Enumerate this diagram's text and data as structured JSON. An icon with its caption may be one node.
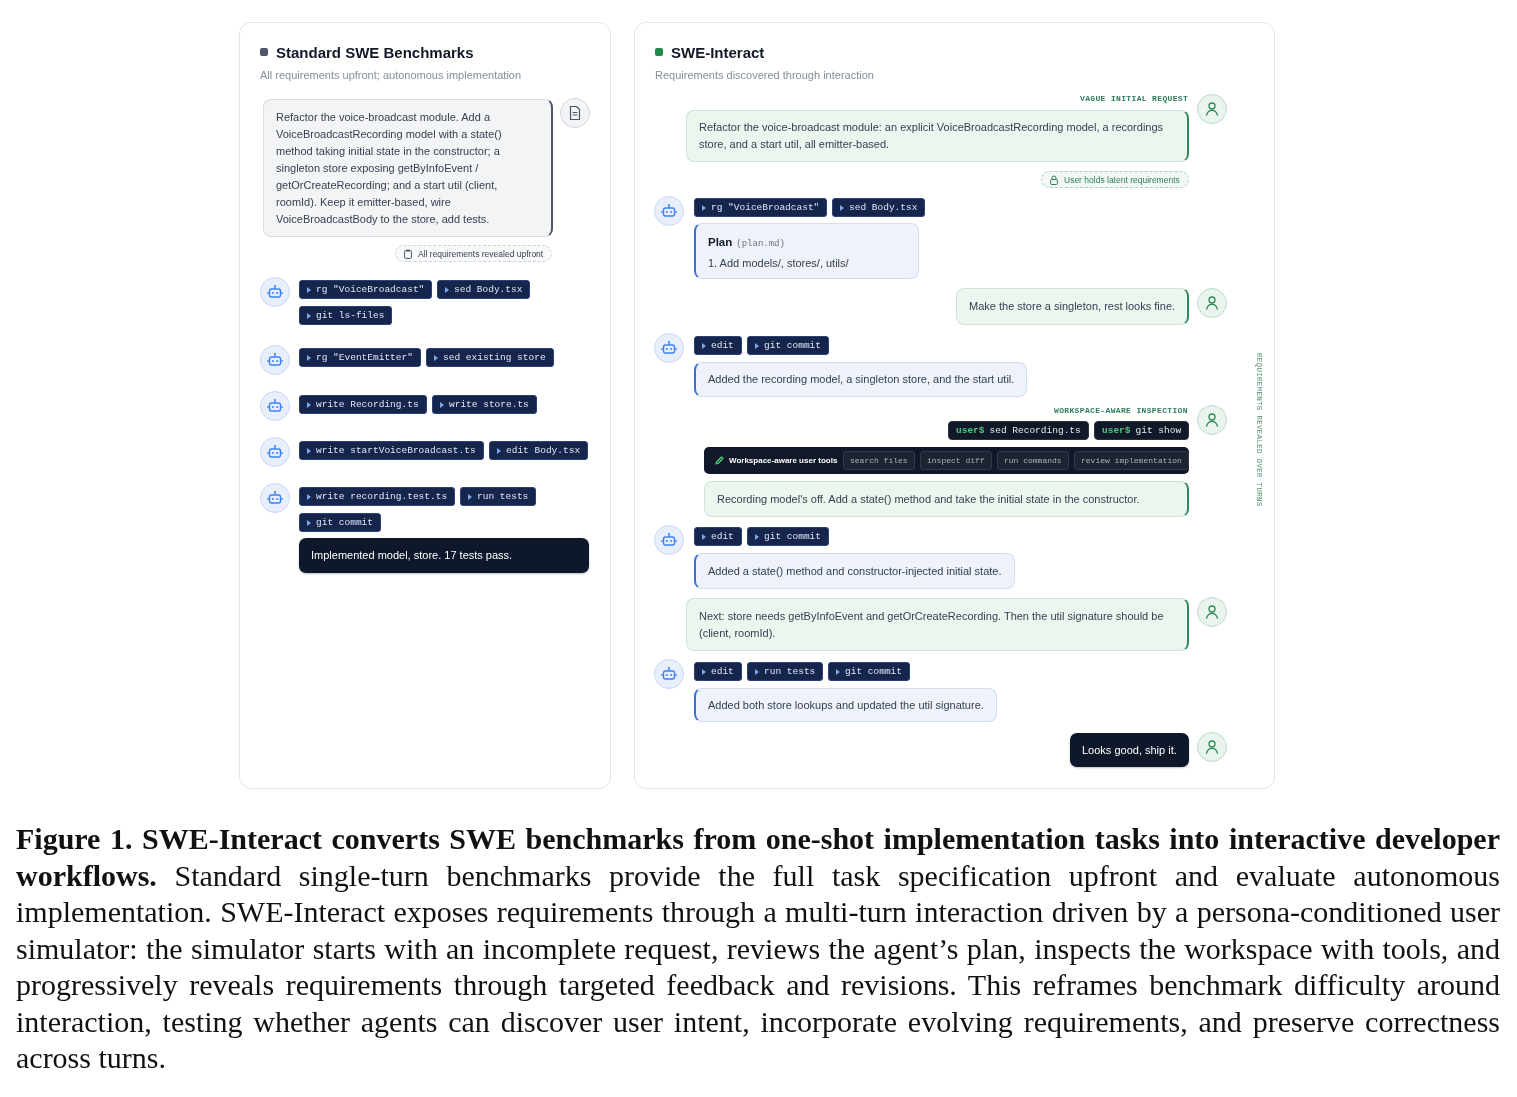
{
  "diagram": {
    "nodes": [
      {
        "text": [
          "Standard SWE Benchmarks",
          "All requirements upfront; autonomous implementation"
        ]
      },
      {
        "text": [
          "Refactor the voice-broadcast module. Add a VoiceBroadcastRecording model with a state() method taking initial state in the constructor; a singleton store exposing getByInfoEvent / getOrCreateRecording; and a start util (client, roomId). Keep it emitter-based, wire VoiceBroadcastBody to the store, add tests."
        ],
        "in": 0
      },
      {
        "text": [
          "All requirements revealed upfront"
        ],
        "in": 0
      },
      {
        "text": [
          "rg \"VoiceBroadcast\""
        ],
        "in": 0
      },
      {
        "text": [
          "sed Body.tsx"
        ],
        "in": 0
      },
      {
        "text": [
          "git ls-files"
        ],
        "in": 0
      },
      {
        "text": [
          "rg \"EventEmitter\""
        ],
        "in": 0
      },
      {
        "text": [
          "sed existing store"
        ],
        "in": 0
      },
      {
        "text": [
          "write Recording.ts"
        ],
        "in": 0
      },
      {
        "text": [
          "write store.ts"
        ],
        "in": 0
      },
      {
        "text": [
          "write startVoiceBroadcast.ts"
        ],
        "in": 0
      },
      {
        "text": [
          "edit Body.tsx"
        ],
        "in": 0
      },
      {
        "text": [
          "write recording.test.ts"
        ],
        "in": 0
      },
      {
        "text": [
          "run tests"
        ],
        "in": 0
      },
      {
        "text": [
          "git commit"
        ],
        "in": 0
      },
      {
        "text": [
          "Implemented model, store. 17 tests pass."
        ],
        "in": 0
      },
      {
        "text": [
          "SWE-Interact",
          "Requirements discovered through interaction"
        ]
      },
      {
        "text": [
          "Refactor the voice-broadcast module: an explicit VoiceBroadcastRecording model, a recordings store, and a start util, all emitter-based."
        ],
        "in": 16,
        "beside": [
          "VAGUE INITIAL REQUEST"
        ]
      },
      {
        "text": [
          "User holds latent requirements"
        ],
        "in": 16
      },
      {
        "text": [
          "rg \"VoiceBroadcast\""
        ],
        "in": 16
      },
      {
        "text": [
          "sed Body.tsx"
        ],
        "in": 16
      },
      {
        "text": [
          "Plan",
          "(plan.md)",
          "1. Add models/, stores/, utils/"
        ],
        "in": 16
      },
      {
        "text": [
          "Make the store a singleton, rest looks fine."
        ],
        "in": 16
      },
      {
        "text": [
          "edit"
        ],
        "in": 16
      },
      {
        "text": [
          "git commit"
        ],
        "in": 16
      },
      {
        "text": [
          "Added the recording model, a singleton store, and the start util."
        ],
        "in": 16
      },
      {
        "text": [
          "user$",
          "sed Recording.ts"
        ],
        "in": 16
      },
      {
        "text": [
          "user$",
          "git show"
        ],
        "in": 16
      },
      {
        "text": [
          "Workspace-aware user tools"
        ],
        "in": 16
      },
      {
        "text": [
          "search files"
        ],
        "in": 28
      },
      {
        "text": [
          "inspect diff"
        ],
        "in": 28
      },
      {
        "text": [
          "run commands"
        ],
        "in": 28
      },
      {
        "text": [
          "review implementation"
        ],
        "in": 28
      },
      {
        "text": [
          "Recording model's off. Add a state() method and take the initial state in the constructor."
        ],
        "in": 16
      },
      {
        "text": [
          "edit"
        ],
        "in": 16
      },
      {
        "text": [
          "git commit"
        ],
        "in": 16
      },
      {
        "text": [
          "Added a state() method and constructor-injected initial state."
        ],
        "in": 16
      },
      {
        "text": [
          "Next: store needs getByInfoEvent and getOrCreateRecording. Then the util signature should be (client, roomId)."
        ],
        "in": 16
      },
      {
        "text": [
          "edit"
        ],
        "in": 16
      },
      {
        "text": [
          "run tests"
        ],
        "in": 16
      },
      {
        "text": [
          "git commit"
        ],
        "in": 16
      },
      {
        "text": [
          "Added both store lookups and updated the util signature."
        ],
        "in": 16
      },
      {
        "text": [
          "Looks good, ship it."
        ],
        "in": 16
      }
    ],
    "labels": [
      "WORKSPACE-AWARE INSPECTION",
      "REQUIREMENTS REVEALED OVER TURNS"
    ],
    "caption": "**Figure 1. SWE-Interact converts SWE benchmarks from one-shot implementation tasks into interactive developer workflows.** Standard single-turn benchmarks provide the full task specification upfront and evaluate autonomous implementation. SWE-Interact exposes requirements through a multi-turn interaction driven by a persona-conditioned user simulator: the simulator starts with an incomplete request, reviews the agent’s plan, inspects the workspace with tools, and progressively reveals requirements through targeted feedback and revisions. This reframes benchmark difficulty around interaction, testing whether agents can discover user intent, incorporate evolving requirements, and preserve correctness across turns."
  }
}
